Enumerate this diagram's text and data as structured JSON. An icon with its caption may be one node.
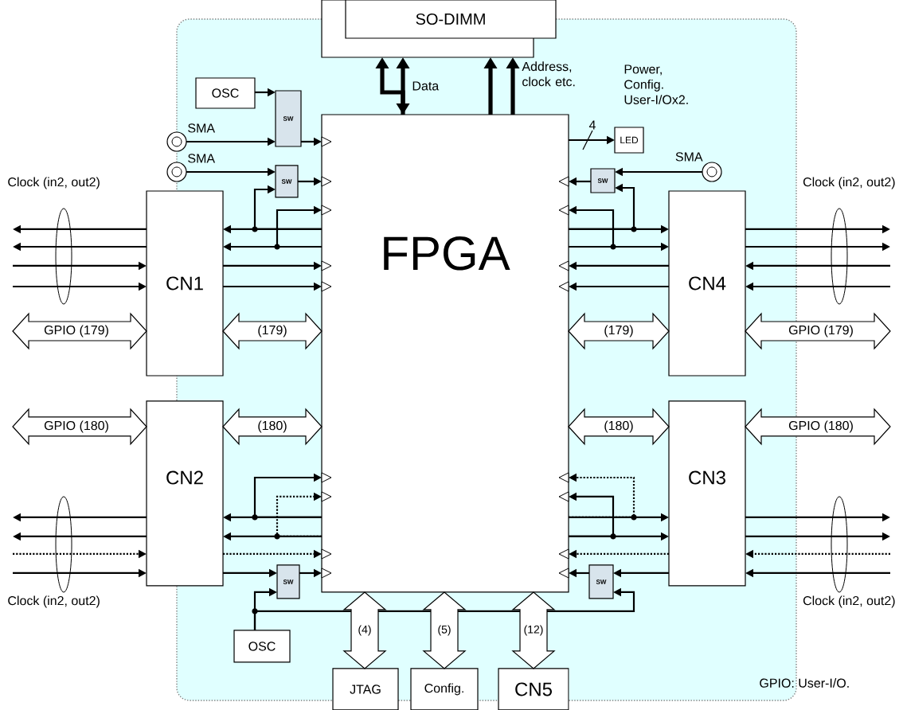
{
  "diagram": {
    "nodes": [
      {
        "text": [
          "SO-DIMM"
        ]
      },
      {
        "text": [
          "FPGA"
        ]
      },
      {
        "text": [
          "OSC"
        ]
      },
      {
        "text": [
          "SW"
        ]
      },
      {
        "text": [],
        "shape": "circle",
        "beside": [
          "SMA"
        ]
      },
      {
        "text": [],
        "shape": "circle",
        "beside": [
          "SMA"
        ]
      },
      {
        "text": [
          "SW"
        ]
      },
      {
        "text": [
          "CN1"
        ]
      },
      {
        "text": [
          "LED"
        ]
      },
      {
        "text": [
          "SW"
        ]
      },
      {
        "text": [],
        "shape": "circle",
        "beside": [
          "SMA"
        ]
      },
      {
        "text": [
          "CN4"
        ]
      },
      {
        "text": [
          "CN2"
        ]
      },
      {
        "text": [
          "CN3"
        ]
      },
      {
        "text": [
          "SW"
        ]
      },
      {
        "text": [
          "SW"
        ]
      },
      {
        "text": [
          "OSC"
        ]
      },
      {
        "text": [
          "JTAG"
        ]
      },
      {
        "text": [
          "Config."
        ]
      },
      {
        "text": [
          "CN5"
        ]
      }
    ],
    "edges": [
      {
        "from": 1,
        "to": 0,
        "arrow": "both",
        "style": "thick",
        "label": "Data"
      },
      {
        "from": 1,
        "to": 0,
        "arrow": "to",
        "style": "thick"
      },
      {
        "from": 1,
        "to": 0,
        "arrow": "to",
        "style": "thick"
      },
      {
        "from": 1,
        "to": 0,
        "arrow": "to",
        "style": "thick",
        "label": "Address, clock etc."
      },
      {
        "from": 2,
        "to": 3,
        "arrow": "to"
      },
      {
        "from": 4,
        "to": 3,
        "arrow": "to"
      },
      {
        "from": 3,
        "to": 1,
        "arrow": "to"
      },
      {
        "from": 5,
        "to": 6,
        "arrow": "to"
      },
      {
        "from": 6,
        "to": 1,
        "arrow": "to"
      },
      {
        "from": 1,
        "to": 7,
        "arrow": "to"
      },
      {
        "from": 1,
        "to": 6,
        "arrow": "to"
      },
      {
        "from": 1,
        "to": 7,
        "arrow": "to"
      },
      {
        "from": 1,
        "to": 1,
        "arrow": "to"
      },
      {
        "from": 7,
        "to": 1,
        "arrow": "to"
      },
      {
        "from": 7,
        "to": 1,
        "arrow": "to"
      },
      {
        "from": 7,
        "to": null,
        "arrow": "to"
      },
      {
        "from": 7,
        "to": null,
        "arrow": "to"
      },
      {
        "from": null,
        "to": 7,
        "arrow": "to"
      },
      {
        "from": null,
        "to": 7,
        "arrow": "to"
      },
      {
        "from": null,
        "to": 7,
        "arrow": "both",
        "label": "GPIO (179)"
      },
      {
        "from": 7,
        "to": 1,
        "arrow": "both",
        "label": "(179)"
      },
      {
        "from": 1,
        "to": 8,
        "arrow": "to",
        "label": "4"
      },
      {
        "from": 10,
        "to": 9,
        "arrow": "to"
      },
      {
        "from": 9,
        "to": 1,
        "arrow": "to"
      },
      {
        "from": 1,
        "to": 11,
        "arrow": "to"
      },
      {
        "from": 1,
        "to": 9,
        "arrow": "to"
      },
      {
        "from": 1,
        "to": 11,
        "arrow": "to"
      },
      {
        "from": 1,
        "to": 1,
        "arrow": "to"
      },
      {
        "from": 11,
        "to": 1,
        "arrow": "to"
      },
      {
        "from": 11,
        "to": 1,
        "arrow": "to"
      },
      {
        "from": 11,
        "to": null,
        "arrow": "to"
      },
      {
        "from": 11,
        "to": null,
        "arrow": "to"
      },
      {
        "from": null,
        "to": 11,
        "arrow": "to"
      },
      {
        "from": null,
        "to": 11,
        "arrow": "to"
      },
      {
        "from": 11,
        "to": null,
        "arrow": "both",
        "label": "GPIO (179)"
      },
      {
        "from": 1,
        "to": 11,
        "arrow": "both",
        "label": "(179)"
      },
      {
        "from": null,
        "to": 12,
        "arrow": "both",
        "label": "GPIO (180)"
      },
      {
        "from": 12,
        "to": 1,
        "arrow": "both",
        "label": "(180)"
      },
      {
        "from": 1,
        "to": 1,
        "arrow": "to"
      },
      {
        "from": 1,
        "to": 1,
        "arrow": "to",
        "style": "dashed"
      },
      {
        "from": 1,
        "to": 12,
        "arrow": "to"
      },
      {
        "from": 1,
        "to": 12,
        "arrow": "to"
      },
      {
        "from": 12,
        "to": 1,
        "arrow": "to",
        "style": "dashed"
      },
      {
        "from": 12,
        "to": 14,
        "arrow": "to"
      },
      {
        "from": 14,
        "to": 1,
        "arrow": "to"
      },
      {
        "from": 16,
        "to": 14,
        "arrow": "to"
      },
      {
        "from": 16,
        "to": 15,
        "arrow": "to"
      },
      {
        "from": 12,
        "to": null,
        "arrow": "to"
      },
      {
        "from": 12,
        "to": null,
        "arrow": "to"
      },
      {
        "from": null,
        "to": 12,
        "arrow": "to",
        "style": "dashed"
      },
      {
        "from": null,
        "to": 12,
        "arrow": "to"
      },
      {
        "from": 1,
        "to": 13,
        "arrow": "both",
        "label": "(180)"
      },
      {
        "from": 13,
        "to": null,
        "arrow": "both",
        "label": "GPIO (180)"
      },
      {
        "from": 1,
        "to": 1,
        "arrow": "to",
        "style": "dashed"
      },
      {
        "from": 1,
        "to": 1,
        "arrow": "to"
      },
      {
        "from": 1,
        "to": 13,
        "arrow": "to"
      },
      {
        "from": 1,
        "to": 13,
        "arrow": "to"
      },
      {
        "from": 13,
        "to": 1,
        "arrow": "to",
        "style": "dashed"
      },
      {
        "from": 13,
        "to": 15,
        "arrow": "to"
      },
      {
        "from": 15,
        "to": 1,
        "arrow": "to"
      },
      {
        "from": 13,
        "to": null,
        "arrow": "to"
      },
      {
        "from": 13,
        "to": null,
        "arrow": "to"
      },
      {
        "from": null,
        "to": 13,
        "arrow": "to",
        "style": "dashed"
      },
      {
        "from": null,
        "to": 13,
        "arrow": "to"
      },
      {
        "from": 1,
        "to": 17,
        "arrow": "both",
        "label": "(4)"
      },
      {
        "from": 1,
        "to": 18,
        "arrow": "both",
        "label": "(5)"
      },
      {
        "from": 1,
        "to": 19,
        "arrow": "both",
        "label": "(12)"
      }
    ],
    "labels": [
      "Power, Config. User-I/Ox2.",
      "Clock (in2, out2)",
      "Clock (in2, out2)",
      "Clock (in2, out2)",
      "Clock (in2, out2)",
      "GPIO: User-I/O."
    ]
  }
}
